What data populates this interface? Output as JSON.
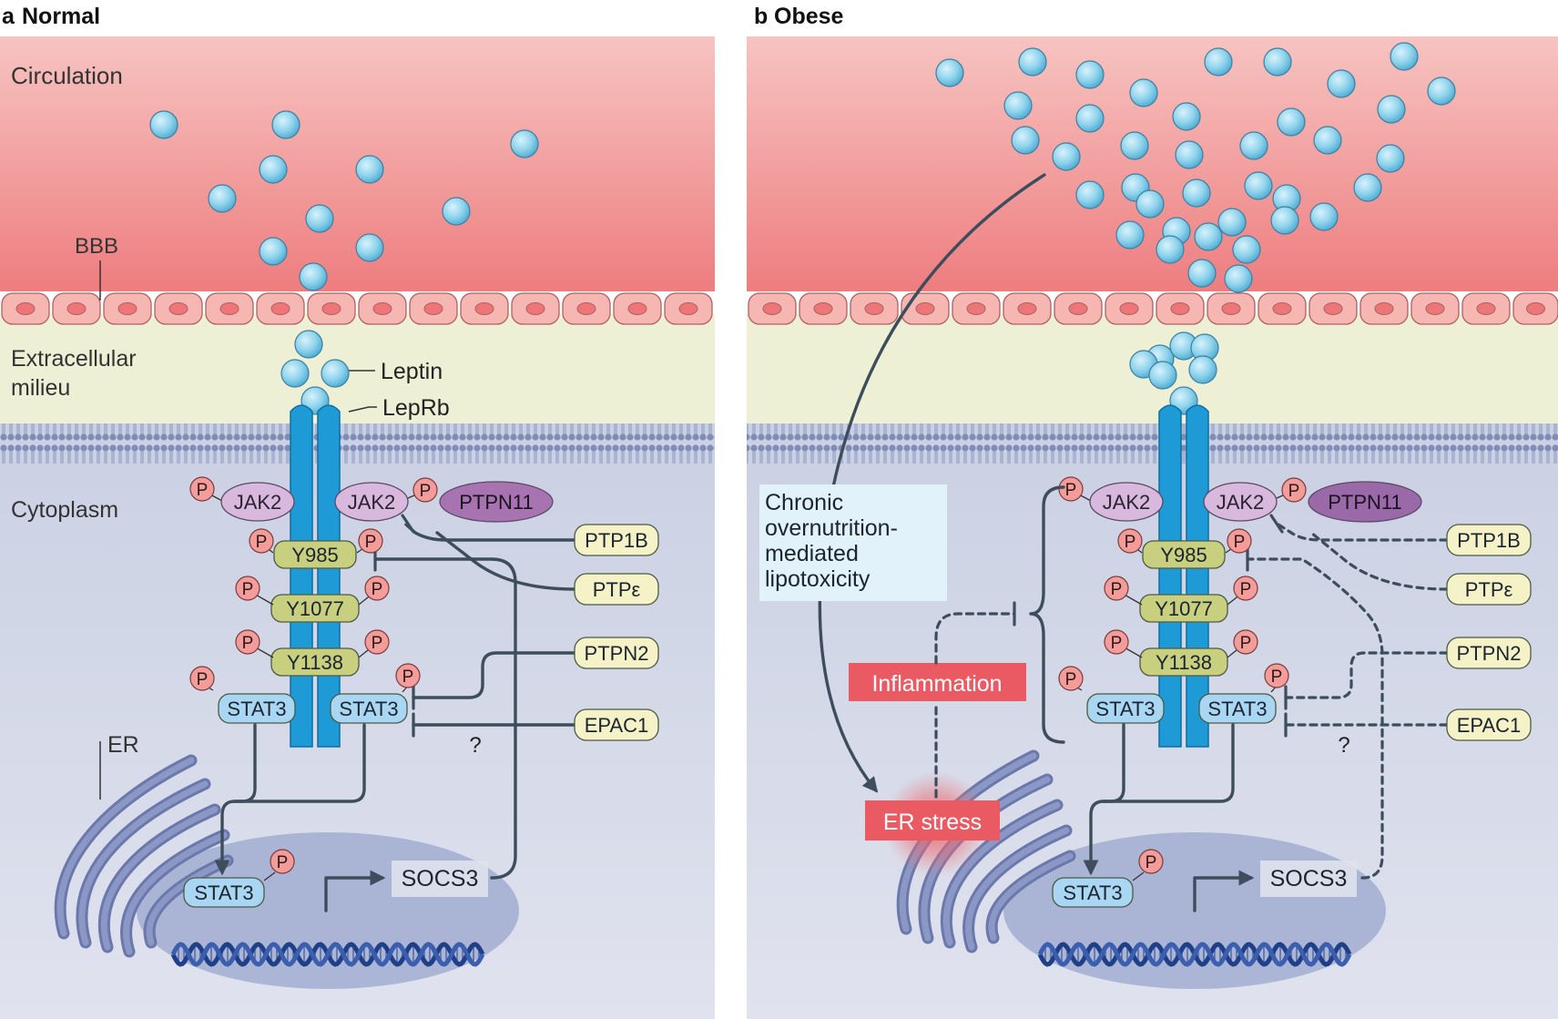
{
  "panels": {
    "a": {
      "letter": "a",
      "title": "Normal"
    },
    "b": {
      "letter": "b",
      "title": "Obese"
    }
  },
  "regions": {
    "circulation": "Circulation",
    "bbb": "BBB",
    "extracellular": [
      "Extracellular",
      "milieu"
    ],
    "cytoplasm": "Cytoplasm"
  },
  "labels": {
    "leptin": "Leptin",
    "leprb": "LepRb",
    "er": "ER",
    "phospho": "P",
    "question": "?"
  },
  "proteins": {
    "jak2": "JAK2",
    "ptpn11": "PTPN11",
    "y985": "Y985",
    "y1077": "Y1077",
    "y1138": "Y1138",
    "stat3": "STAT3",
    "socs3": "SOCS3"
  },
  "regulators": [
    "PTP1B",
    "PTPε",
    "PTPN2",
    "EPAC1"
  ],
  "obese": {
    "lipotoxicity": [
      "Chronic",
      "overnutrition-",
      "mediated",
      "lipotoxicity"
    ],
    "inflammation": "Inflammation",
    "er_stress": "ER stress"
  },
  "colors": {
    "circulation_top": "#f6c0bd",
    "circulation_bottom": "#ee7f80",
    "extracellular": "#edf0d4",
    "membrane": "#8c99c0",
    "cytoplasm": "#cfd5e6",
    "receptor": "#1e9bd7",
    "leptin": "#8fd3ec",
    "jak2": "#d8b8dc",
    "ptpn11": "#9f6bab",
    "tyrosine": "#c8cf7e",
    "regulator": "#f4f2c6",
    "stat3": "#a9d6f2",
    "phospho": "#f39c99",
    "stress": "#ea5a62",
    "arrow": "#3d4d5c"
  }
}
